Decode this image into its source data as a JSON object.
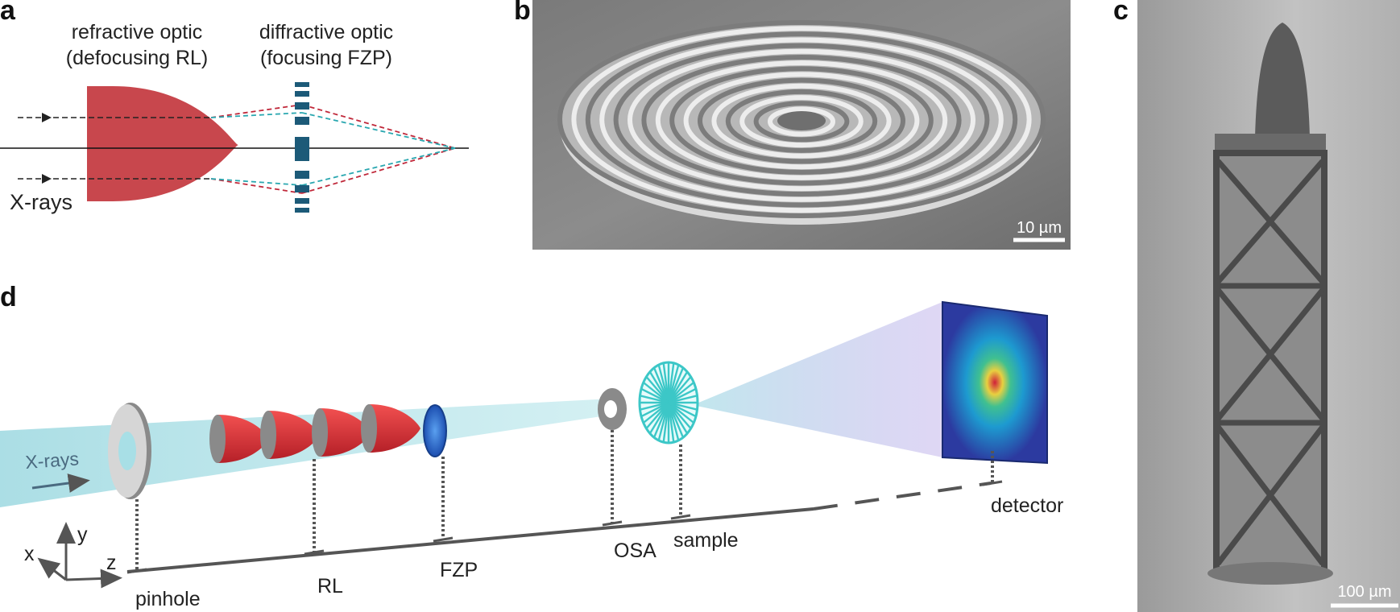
{
  "panels": {
    "a": {
      "letter": "a",
      "refractive_line1": "refractive optic",
      "refractive_line2": "(defocusing RL)",
      "diffractive_line1": "diffractive optic",
      "diffractive_line2": "(focusing FZP)",
      "xrays_label": "X-rays",
      "colors": {
        "lens": "#c8474d",
        "zone_plate": "#1c5a78",
        "ray_red": "#c0283a",
        "ray_cyan": "#2aa7b0"
      }
    },
    "b": {
      "letter": "b",
      "scale_bar": "10 µm"
    },
    "c": {
      "letter": "c",
      "scale_bar": "100 µm"
    },
    "d": {
      "letter": "d",
      "xrays_label": "X-rays",
      "axes": {
        "x": "x",
        "y": "y",
        "z": "z"
      },
      "components": [
        "pinhole",
        "RL",
        "FZP",
        "OSA",
        "sample",
        "detector"
      ],
      "colors": {
        "beam": "#9fdbe3",
        "lens": "#d8343b",
        "fzp": "#2a6ec8",
        "sample": "#3cc7c7",
        "detector": "#2b3fa8"
      }
    }
  }
}
